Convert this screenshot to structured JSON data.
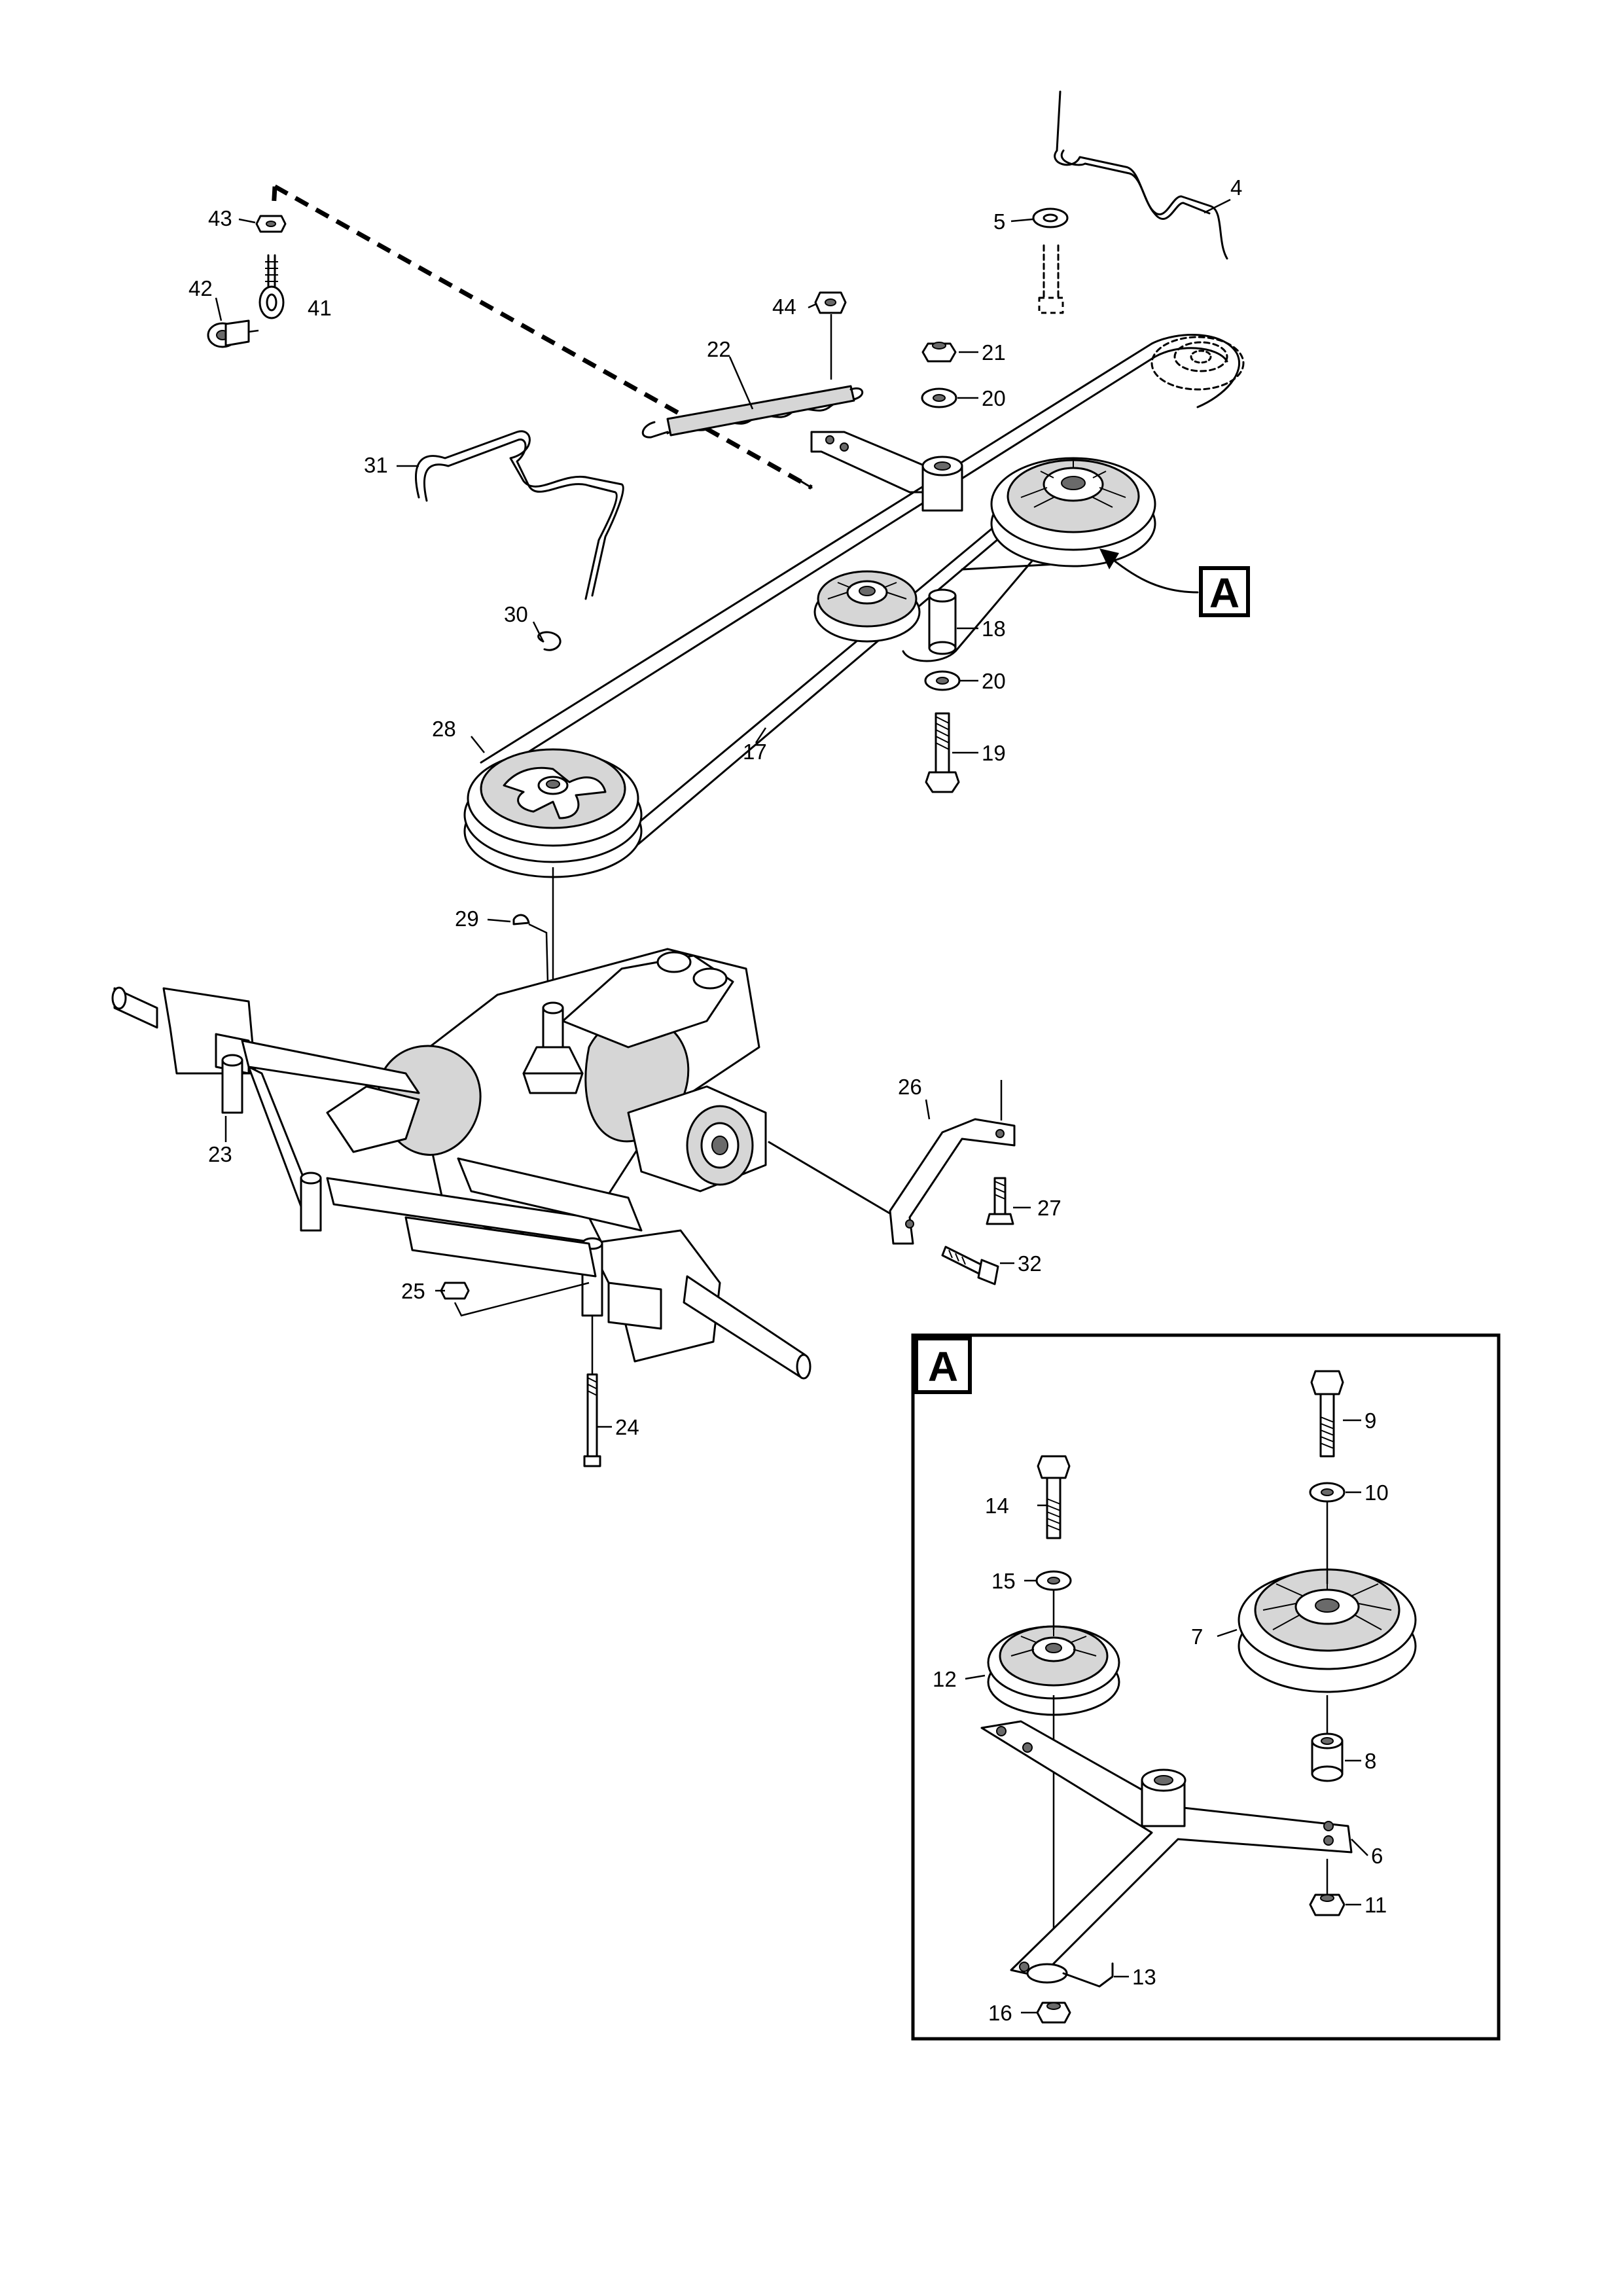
{
  "callouts": {
    "p4": "4",
    "p5": "5",
    "p43": "43",
    "p42": "42",
    "p41": "41",
    "p44": "44",
    "p21": "21",
    "p22": "22",
    "p20a": "20",
    "p31": "31",
    "p30": "30",
    "p18": "18",
    "p20b": "20",
    "p28": "28",
    "p17": "17",
    "p19": "19",
    "p29": "29",
    "p23": "23",
    "p26": "26",
    "p27": "27",
    "p32": "32",
    "p25": "25",
    "p24": "24"
  },
  "detail_ref": "A",
  "detail": {
    "label": "A",
    "callouts": {
      "p9": "9",
      "p14": "14",
      "p10": "10",
      "p15": "15",
      "p7": "7",
      "p12": "12",
      "p8": "8",
      "p6": "6",
      "p11": "11",
      "p13": "13",
      "p16": "16"
    }
  }
}
